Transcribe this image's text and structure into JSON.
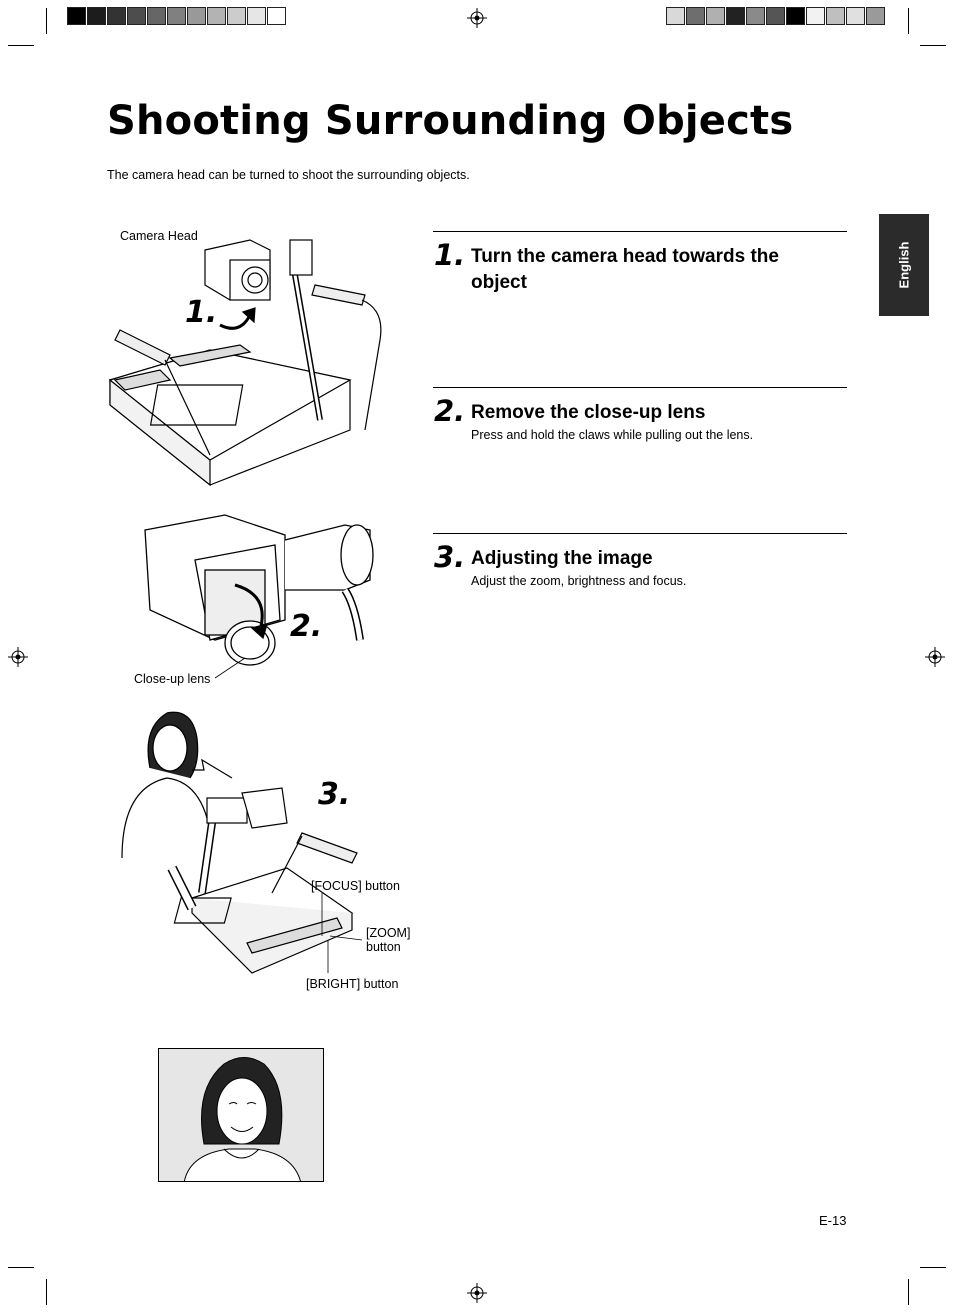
{
  "page": {
    "title": "Shooting Surrounding Objects",
    "intro": "The camera head can be turned to shoot the surrounding objects.",
    "side_tab": "English",
    "page_number": "E-13"
  },
  "steps": [
    {
      "number": "1.",
      "heading": "Turn the camera head towards the object",
      "description": ""
    },
    {
      "number": "2.",
      "heading": "Remove the close-up lens",
      "description": "Press and hold the claws while pulling out the lens."
    },
    {
      "number": "3.",
      "heading": "Adjusting the image",
      "description": "Adjust the zoom, brightness and focus."
    }
  ],
  "figures": {
    "fig1": {
      "callout": "Camera Head",
      "step_label": "1."
    },
    "fig2": {
      "callout": "Close-up lens",
      "step_label": "2."
    },
    "fig3": {
      "step_label": "3.",
      "callouts": {
        "focus": "[FOCUS] button",
        "zoom_line1": "[ZOOM]",
        "zoom_line2": "button",
        "bright": "[BRIGHT] button"
      }
    }
  },
  "colors": {
    "text": "#000000",
    "side_tab_bg": "#2b2b2b",
    "preview_bg": "#e6e6e6",
    "swatches_left": [
      "#000000",
      "#1c1c1c",
      "#333333",
      "#4d4d4d",
      "#666666",
      "#808080",
      "#999999",
      "#b3b3b3",
      "#cccccc",
      "#e6e6e6",
      "#ffffff"
    ],
    "swatches_right": [
      "#d9d9d9",
      "#6e6e6e",
      "#b0b0b0",
      "#222222",
      "#8a8a8a",
      "#555555",
      "#000000",
      "#f2f2f2",
      "#bfbfbf",
      "#e0e0e0",
      "#9a9a9a"
    ]
  }
}
